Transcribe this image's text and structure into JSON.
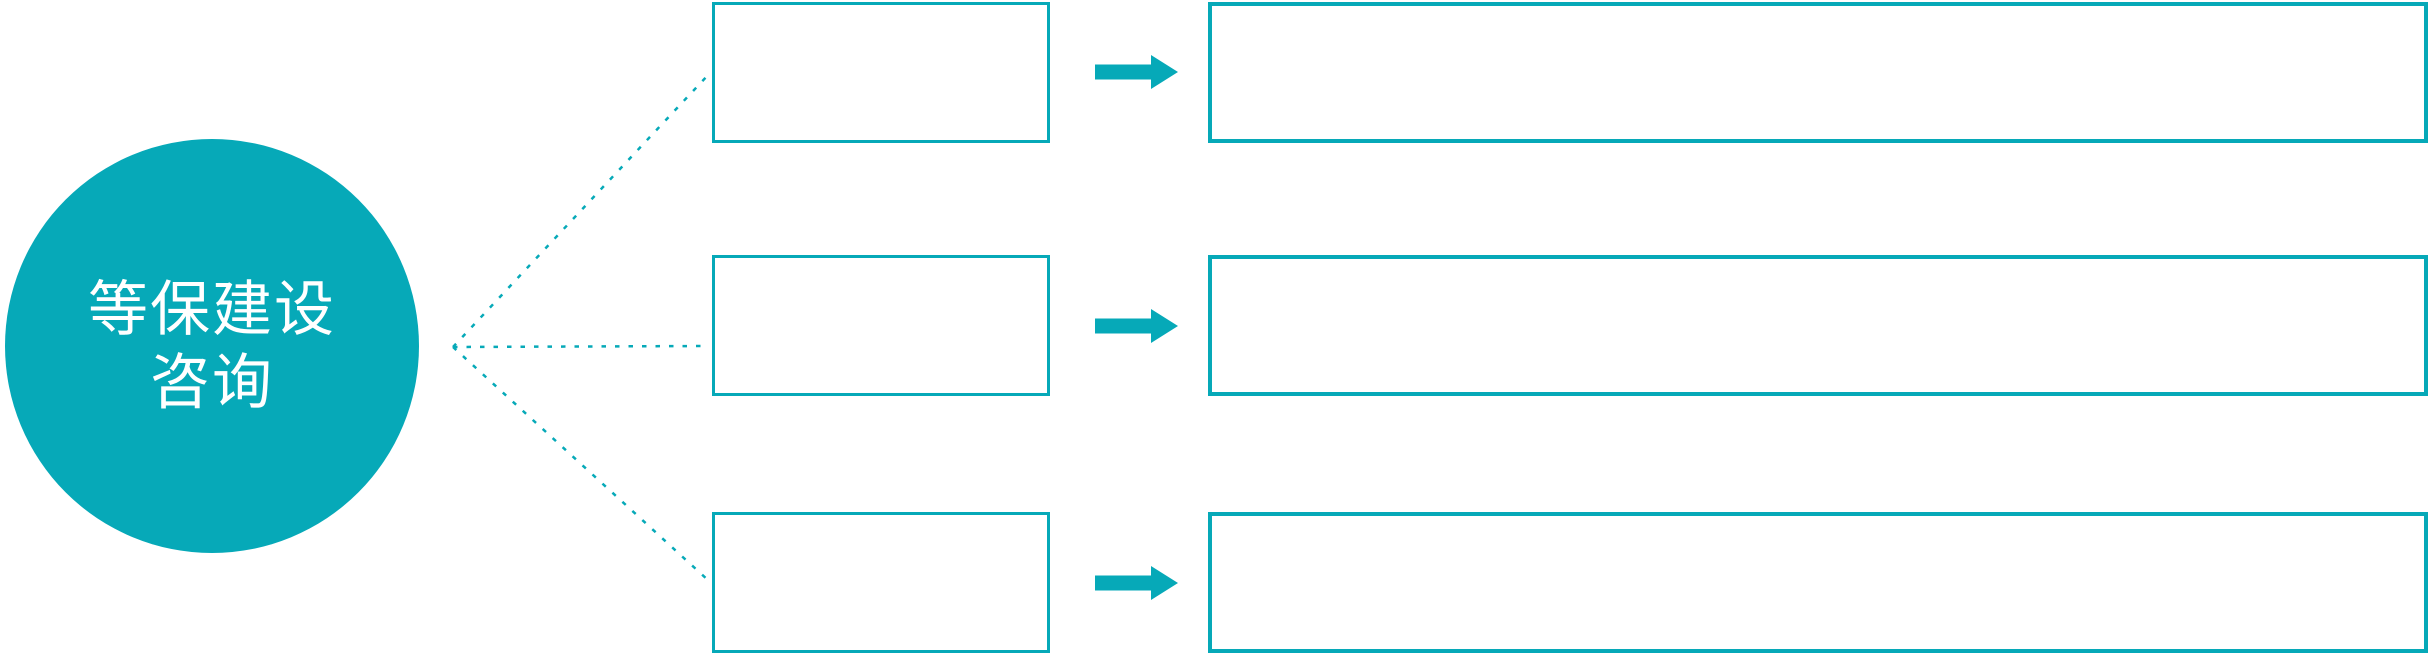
{
  "diagram": {
    "topic_circle": {
      "label_line1": "等保建设",
      "label_line2": "咨询"
    },
    "rows": [
      {
        "step_label": "",
        "detail_label": ""
      },
      {
        "step_label": "",
        "detail_label": ""
      },
      {
        "step_label": "",
        "detail_label": ""
      }
    ],
    "colors": {
      "accent_teal": "#06a9b8",
      "circle_text": "#ffffff",
      "background": "#ffffff"
    },
    "icons": {
      "arrow": "right-block-arrow",
      "connector": "dashed-line"
    }
  }
}
